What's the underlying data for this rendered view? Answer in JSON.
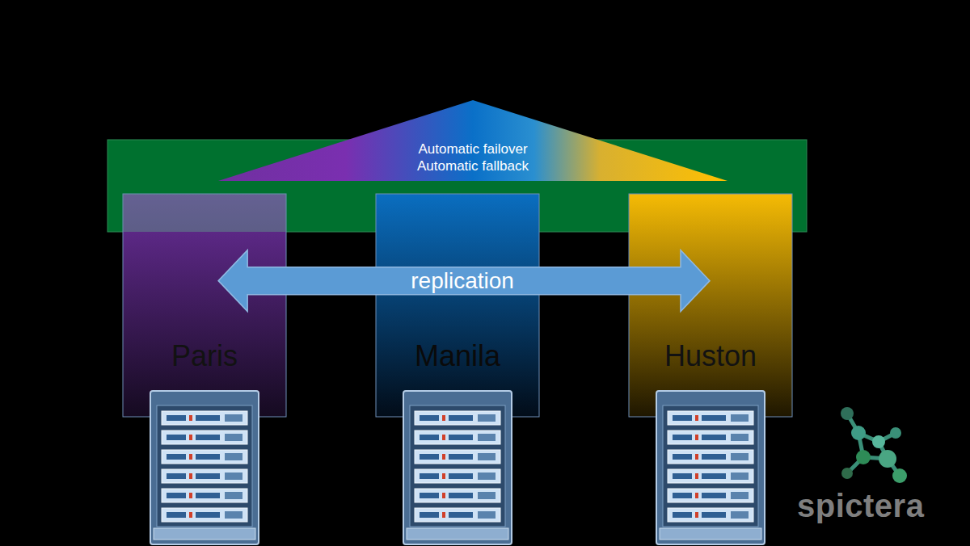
{
  "diagram": {
    "nodes": [
      {
        "text": [
          "Automatic failover",
          "Automatic fallback"
        ]
      },
      {
        "text": [
          "Paris"
        ]
      },
      {
        "text": [
          "Manila"
        ]
      },
      {
        "text": [
          "Huston"
        ]
      }
    ],
    "edges": [
      {
        "from": 1,
        "to": 3,
        "arrow": "both",
        "label": "replication"
      }
    ],
    "labels": [
      "spictera"
    ]
  }
}
